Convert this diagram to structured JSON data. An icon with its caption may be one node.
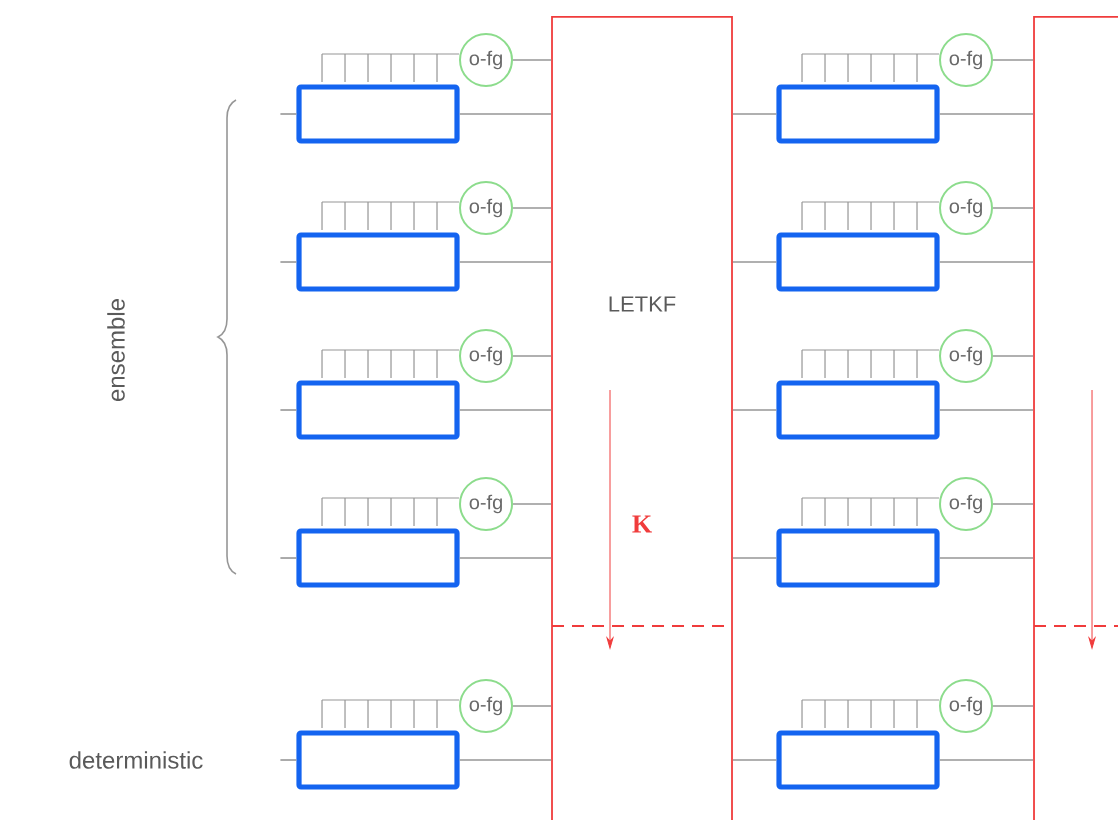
{
  "diagram": {
    "nodes": [
      {
        "text": [
          "LETKF"
        ]
      },
      {
        "text": [],
        "shape": "box"
      },
      {
        "text": [],
        "shape": "box"
      },
      {
        "text": [
          "o-fg"
        ]
      },
      {
        "text": [],
        "shape": "box"
      },
      {
        "text": [
          "o-fg"
        ]
      },
      {
        "text": [],
        "shape": "box"
      },
      {
        "text": [
          "o-fg"
        ]
      },
      {
        "text": [],
        "shape": "box"
      },
      {
        "text": [
          "o-fg"
        ]
      },
      {
        "text": [],
        "shape": "box"
      },
      {
        "text": [
          "o-fg"
        ]
      },
      {
        "text": [],
        "shape": "box"
      },
      {
        "text": [
          "o-fg"
        ]
      },
      {
        "text": [],
        "shape": "box"
      },
      {
        "text": [
          "o-fg"
        ]
      },
      {
        "text": [],
        "shape": "box"
      },
      {
        "text": [
          "o-fg"
        ]
      },
      {
        "text": [],
        "shape": "box"
      },
      {
        "text": [
          "o-fg"
        ]
      },
      {
        "text": [],
        "shape": "box"
      },
      {
        "text": [
          "o-fg"
        ]
      }
    ],
    "edges": [
      {
        "from": null,
        "to": 2,
        "arrow": "none"
      },
      {
        "from": 2,
        "to": 0,
        "arrow": "none"
      },
      {
        "from": 3,
        "to": 0,
        "arrow": "none"
      },
      {
        "from": 0,
        "to": 4,
        "arrow": "none"
      },
      {
        "from": 4,
        "to": 1,
        "arrow": "none"
      },
      {
        "from": 5,
        "to": 1,
        "arrow": "none"
      },
      {
        "from": null,
        "to": 6,
        "arrow": "none"
      },
      {
        "from": 6,
        "to": 0,
        "arrow": "none"
      },
      {
        "from": 7,
        "to": 0,
        "arrow": "none"
      },
      {
        "from": 0,
        "to": 8,
        "arrow": "none"
      },
      {
        "from": 8,
        "to": 1,
        "arrow": "none"
      },
      {
        "from": 9,
        "to": 1,
        "arrow": "none"
      },
      {
        "from": null,
        "to": 10,
        "arrow": "none"
      },
      {
        "from": 10,
        "to": 0,
        "arrow": "none"
      },
      {
        "from": 11,
        "to": 0,
        "arrow": "none"
      },
      {
        "from": 0,
        "to": 12,
        "arrow": "none"
      },
      {
        "from": 12,
        "to": 1,
        "arrow": "none"
      },
      {
        "from": 13,
        "to": 1,
        "arrow": "none"
      },
      {
        "from": null,
        "to": 14,
        "arrow": "none"
      },
      {
        "from": 14,
        "to": 0,
        "arrow": "none"
      },
      {
        "from": 15,
        "to": 0,
        "arrow": "none"
      },
      {
        "from": 0,
        "to": 16,
        "arrow": "none"
      },
      {
        "from": 16,
        "to": 1,
        "arrow": "none"
      },
      {
        "from": 17,
        "to": 1,
        "arrow": "none"
      },
      {
        "from": null,
        "to": 18,
        "arrow": "none"
      },
      {
        "from": 18,
        "to": 0,
        "arrow": "none"
      },
      {
        "from": 19,
        "to": 0,
        "arrow": "none"
      },
      {
        "from": 0,
        "to": 20,
        "arrow": "none"
      },
      {
        "from": 20,
        "to": 1,
        "arrow": "none"
      },
      {
        "from": 21,
        "to": 1,
        "arrow": "none"
      },
      {
        "from": 2,
        "to": 3,
        "arrow": "none"
      },
      {
        "from": 4,
        "to": 5,
        "arrow": "none"
      },
      {
        "from": 6,
        "to": 7,
        "arrow": "none"
      },
      {
        "from": 8,
        "to": 9,
        "arrow": "none"
      },
      {
        "from": 10,
        "to": 11,
        "arrow": "none"
      },
      {
        "from": 12,
        "to": 13,
        "arrow": "none"
      },
      {
        "from": 14,
        "to": 15,
        "arrow": "none"
      },
      {
        "from": 16,
        "to": 17,
        "arrow": "none"
      },
      {
        "from": 18,
        "to": 19,
        "arrow": "none"
      },
      {
        "from": 20,
        "to": 21,
        "arrow": "none"
      }
    ],
    "labels": [
      "ensemble",
      "K",
      "deterministic"
    ]
  }
}
